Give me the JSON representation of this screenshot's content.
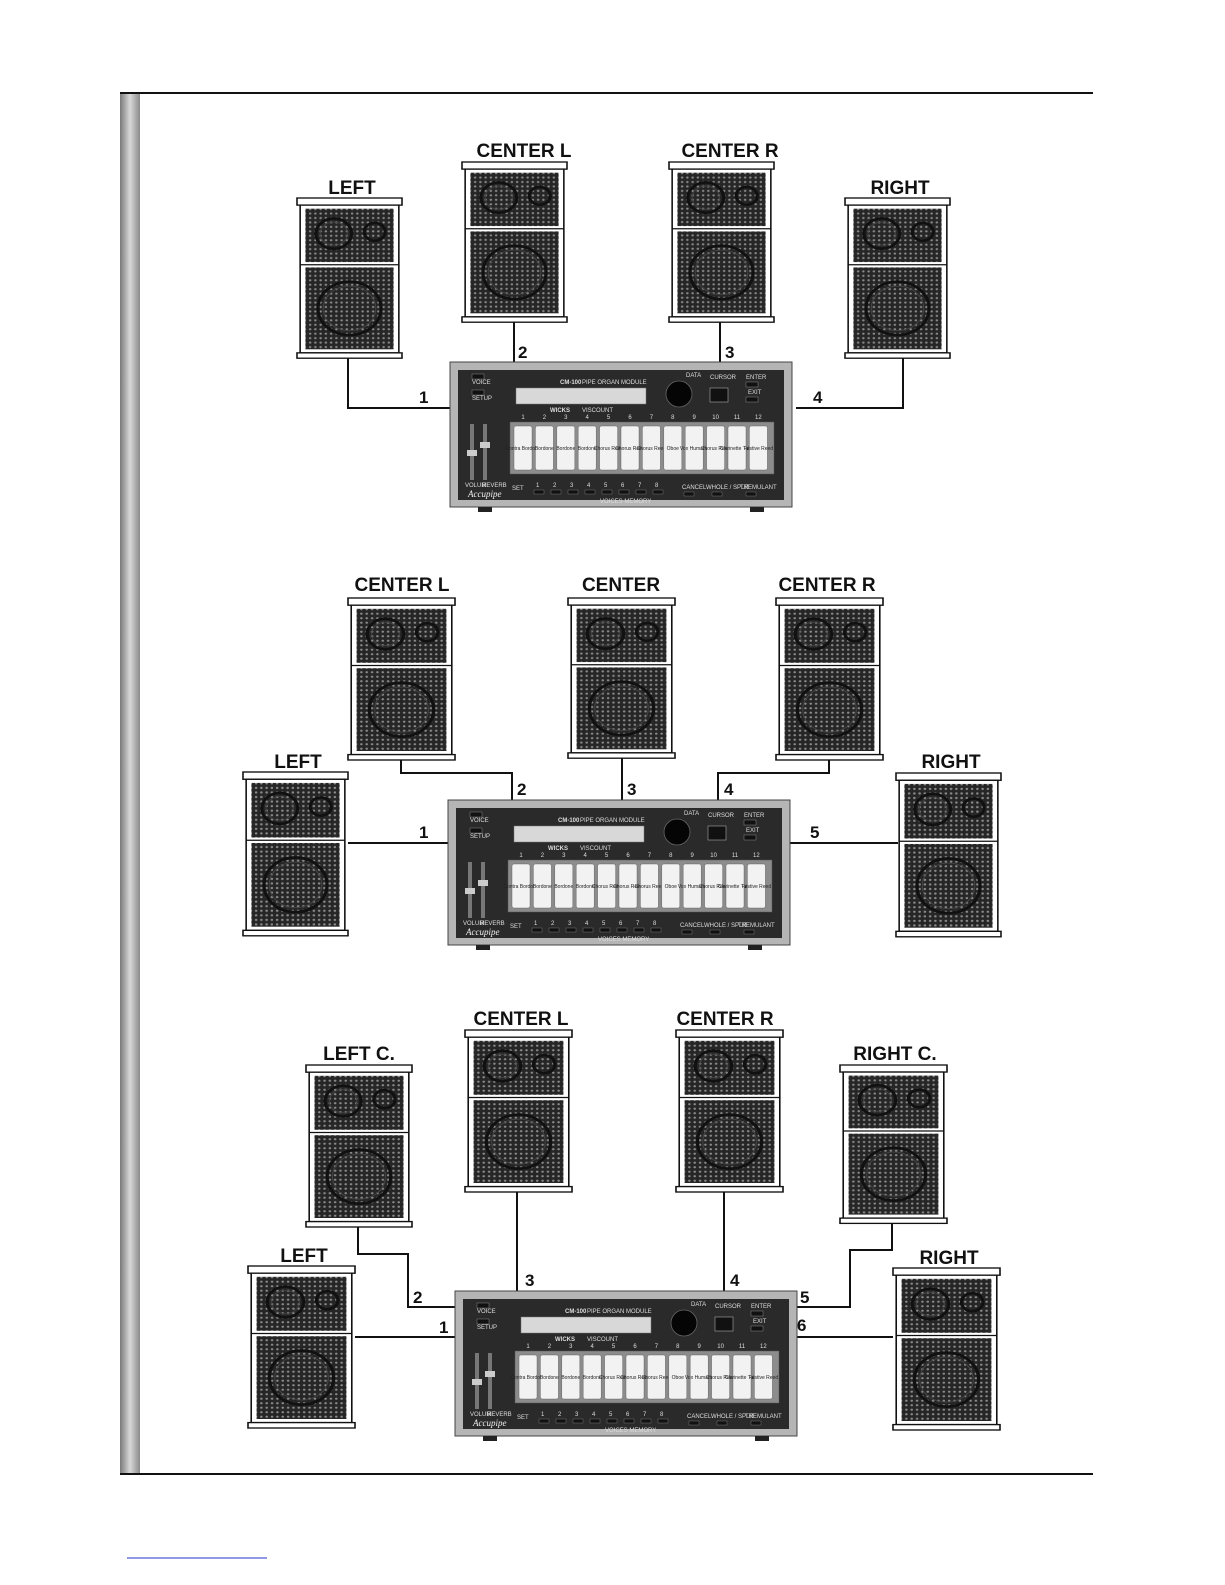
{
  "diagrams": [
    {
      "speakers": [
        {
          "label": "LEFT"
        },
        {
          "label": "CENTER L"
        },
        {
          "label": "CENTER R"
        },
        {
          "label": "RIGHT"
        }
      ],
      "channels": [
        "1",
        "2",
        "3",
        "4"
      ]
    },
    {
      "speakers": [
        {
          "label": "LEFT"
        },
        {
          "label": "CENTER L"
        },
        {
          "label": "CENTER"
        },
        {
          "label": "CENTER R"
        },
        {
          "label": "RIGHT"
        }
      ],
      "channels": [
        "1",
        "2",
        "3",
        "4",
        "5"
      ]
    },
    {
      "speakers": [
        {
          "label": "LEFT"
        },
        {
          "label": "LEFT C."
        },
        {
          "label": "CENTER L"
        },
        {
          "label": "CENTER R"
        },
        {
          "label": "RIGHT C."
        },
        {
          "label": "RIGHT"
        }
      ],
      "channels": [
        "1",
        "2",
        "3",
        "4",
        "5",
        "6"
      ]
    }
  ],
  "module": {
    "model": "CM-100",
    "subtitle": "PIPE ORGAN MODULE",
    "maker": "WICKS",
    "maker_sub": "VISCOUNT",
    "brand": "Accupipe",
    "buttons": {
      "voice": "VOICE",
      "setup": "SETUP",
      "data": "DATA",
      "cursor": "CURSOR",
      "enter": "ENTER",
      "exit": "EXIT",
      "set": "SET",
      "cancel": "CANCEL",
      "whole_split": "WHOLE / SPLIT",
      "tremulant": "TREMULANT"
    },
    "memory_label": "VOICES MEMORY",
    "memory_buttons": [
      "1",
      "2",
      "3",
      "4",
      "5",
      "6",
      "7",
      "8"
    ],
    "tab_numbers": [
      "1",
      "2",
      "3",
      "4",
      "5",
      "6",
      "7",
      "8",
      "9",
      "10",
      "11",
      "12"
    ],
    "stops": [
      "Contra Bordone",
      "Bordone",
      "Bordone",
      "Bordone",
      "Chorus Reed",
      "Chorus Reed",
      "Chorus Reed",
      "Oboe",
      "Vox Humana",
      "Chorus Reed",
      "Clarinette Tuba",
      "Festive Reed"
    ],
    "slider_labels": [
      "VOLUME",
      "REVERB"
    ]
  },
  "colors": {
    "frame_bar": "#9a9a9a",
    "grille": "#2b2b2b",
    "module_body": "#2a2a2a",
    "module_bezel": "#b8b8b8"
  }
}
